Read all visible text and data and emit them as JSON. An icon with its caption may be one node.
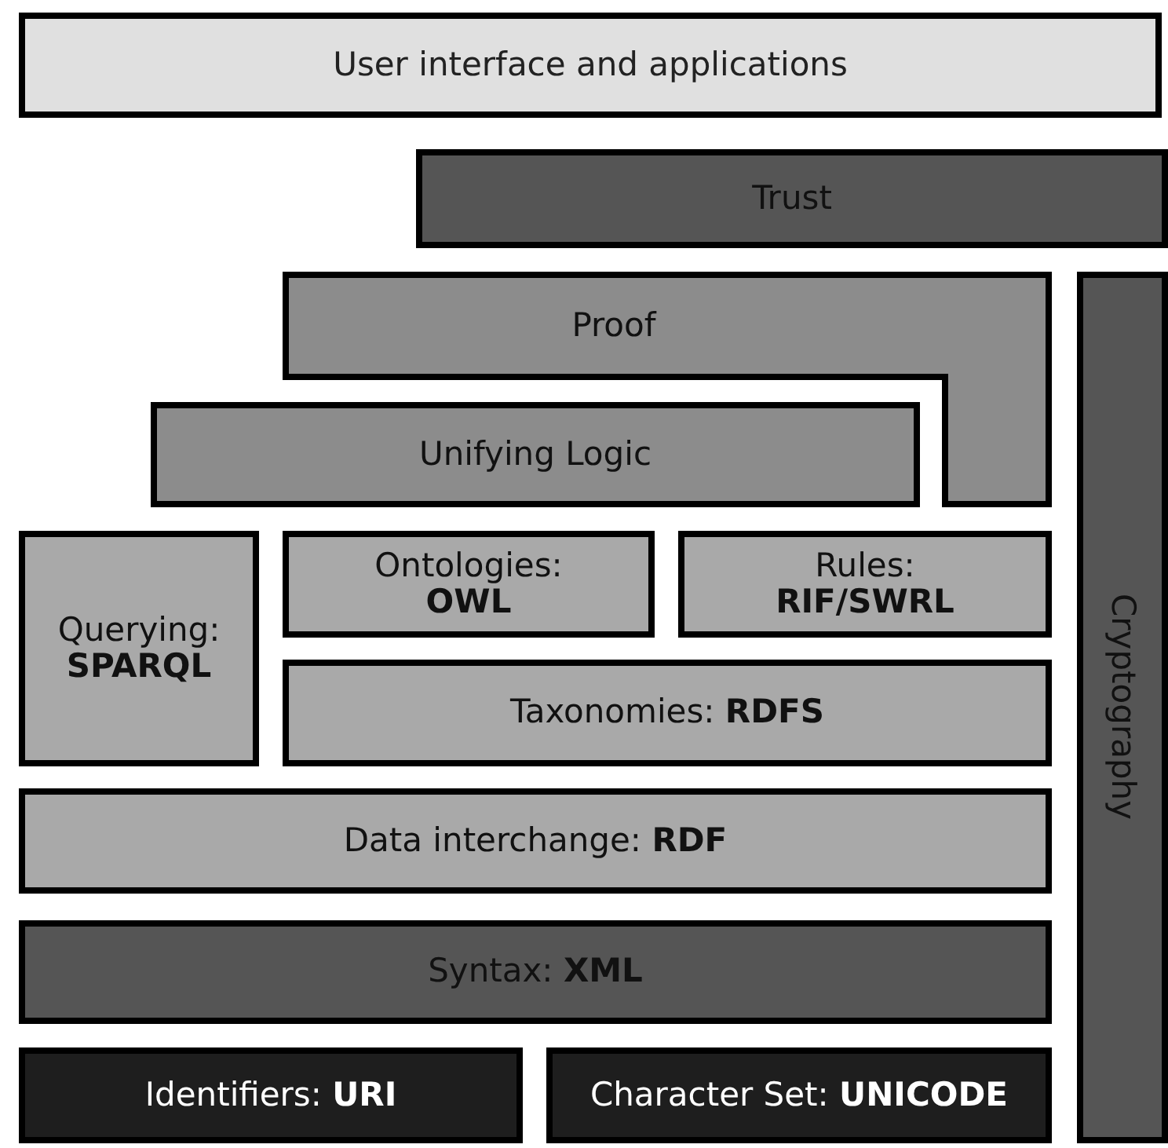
{
  "diagram": {
    "nodes": [
      {
        "text": [
          "User interface and applications"
        ]
      },
      {
        "text": [
          "Trust"
        ]
      },
      {
        "text": [
          "Proof"
        ]
      },
      {
        "text": [
          "Cryptography"
        ]
      },
      {
        "text": [
          "Unifying Logic"
        ]
      },
      {
        "text": [
          "Querying: **SPARQL**"
        ]
      },
      {
        "text": [
          "Ontologies: **OWL**"
        ]
      },
      {
        "text": [
          "Rules: **RIF/SWRL**"
        ]
      },
      {
        "text": [
          "Taxonomies: **RDFS**"
        ]
      },
      {
        "text": [
          "Data interchange: **RDF**"
        ]
      },
      {
        "text": [
          "Syntax: **XML**"
        ]
      },
      {
        "text": [
          "Identifiers: **URI**"
        ]
      },
      {
        "text": [
          "Character Set: **UNICODE**"
        ]
      }
    ]
  }
}
